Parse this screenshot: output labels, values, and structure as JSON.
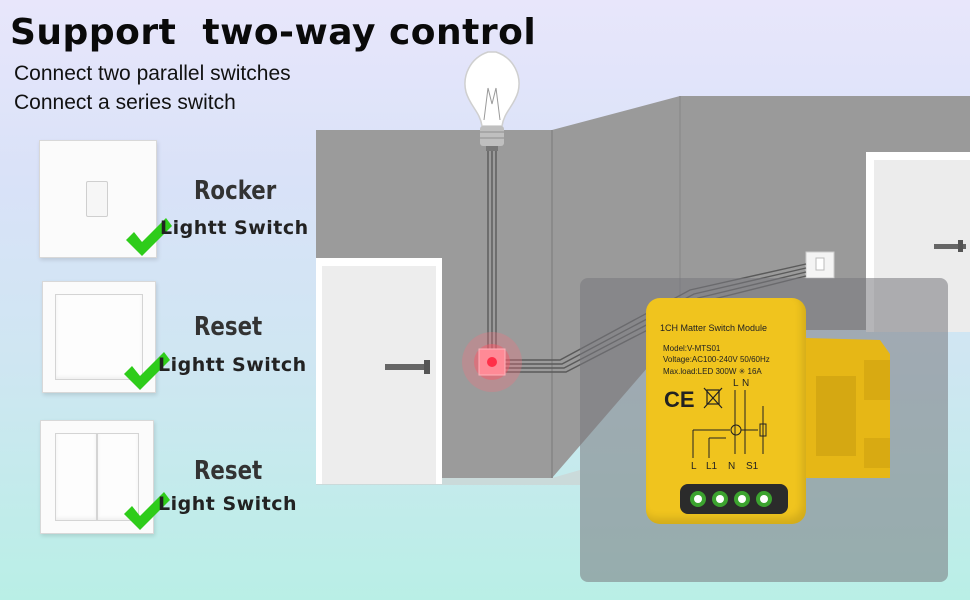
{
  "heading": {
    "title": "Support  two-way control",
    "line1": "Connect two parallel switches",
    "line2": "Connect a series switch"
  },
  "switches": [
    {
      "type": "Rocker",
      "label": "Lightt Switch",
      "icon": "rocker-switch-icon"
    },
    {
      "type": "Reset",
      "label": "Lightt Switch",
      "icon": "single-reset-switch-icon"
    },
    {
      "type": "Reset",
      "label": "Light Switch",
      "icon": "double-reset-switch-icon"
    }
  ],
  "module": {
    "name": "1CH Matter Switch Module",
    "model": "Model:V-MTS01",
    "voltage": "Voltage:AC100-240V 50/60Hz",
    "max_load": "Max.load:LED 300W ✳ 16A",
    "cert": "CE",
    "pins": [
      "L",
      "L1",
      "N",
      "S1"
    ],
    "top_pins": [
      "L",
      "N"
    ]
  },
  "colors": {
    "check": "#2ecc1a",
    "module": "#f0c41e",
    "wall": "#9a9a9a",
    "indicator": "#ff4a5e"
  }
}
